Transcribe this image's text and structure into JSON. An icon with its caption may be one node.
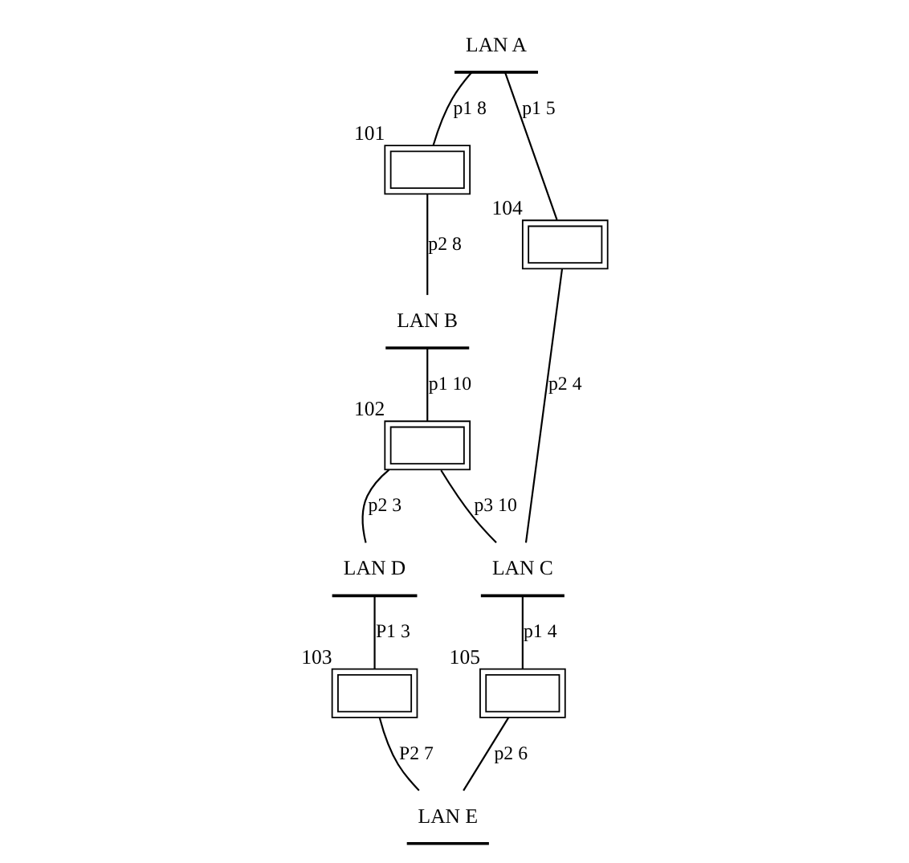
{
  "diagram": {
    "nodes": [
      {
        "text": [
          "LAN A"
        ]
      },
      {
        "text": [],
        "shape": "box",
        "beside": [
          "101"
        ]
      },
      {
        "text": [],
        "shape": "box",
        "beside": [
          "104"
        ]
      },
      {
        "text": [
          "LAN B"
        ]
      },
      {
        "text": [
          "LAN C"
        ]
      },
      {
        "text": [],
        "shape": "box",
        "beside": [
          "102"
        ]
      },
      {
        "text": [],
        "shape": "box",
        "beside": [
          "105"
        ]
      },
      {
        "text": [
          "LAN D"
        ]
      },
      {
        "text": [
          "LAN E"
        ]
      },
      {
        "text": [],
        "shape": "box",
        "beside": [
          "103"
        ]
      }
    ],
    "edges": [
      {
        "from": 0,
        "to": 1,
        "arrow": "none",
        "label": "p1 8"
      },
      {
        "from": 1,
        "to": 3,
        "arrow": "none",
        "label": "p2 8"
      },
      {
        "from": 0,
        "to": 2,
        "arrow": "none",
        "label": "p1 5"
      },
      {
        "from": 2,
        "to": 4,
        "arrow": "none",
        "label": "p2 4"
      },
      {
        "from": 3,
        "to": 5,
        "arrow": "none",
        "label": "p1 10"
      },
      {
        "from": 5,
        "to": 4,
        "arrow": "none",
        "label": "p3 10"
      },
      {
        "from": 5,
        "to": 7,
        "arrow": "none",
        "label": "p2 3"
      },
      {
        "from": 4,
        "to": 6,
        "arrow": "none",
        "label": "p1 4"
      },
      {
        "from": 6,
        "to": 8,
        "arrow": "none",
        "label": "p2 6"
      },
      {
        "from": 7,
        "to": 9,
        "arrow": "none",
        "label": "P1 3"
      },
      {
        "from": 9,
        "to": 8,
        "arrow": "none",
        "label": "P2 7"
      }
    ]
  }
}
